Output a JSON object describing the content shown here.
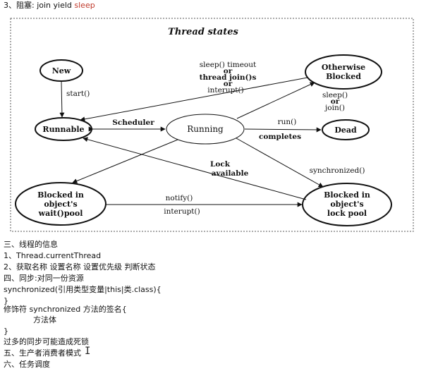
{
  "header_line": {
    "prefix": "3、阻塞: join yield",
    "suffix": "sleep",
    "suffix_color": "#c0392b"
  },
  "diagram": {
    "title": "Thread states",
    "nodes": {
      "new": "New",
      "runnable": "Runnable",
      "running": "Running",
      "dead": "Dead",
      "otherwise_line1": "Otherwise",
      "otherwise_line2": "Blocked",
      "wait_line1": "Blocked in",
      "wait_line2": "object's",
      "wait_line3": "wait()pool",
      "lock_line1": "Blocked in",
      "lock_line2": "object's",
      "lock_line3": "lock pool"
    },
    "edges": {
      "start": "start()",
      "scheduler": "Scheduler",
      "run": "run()",
      "completes": "completes",
      "sleep_timeout_1": "sleep() timeout",
      "sleep_timeout_2": "or",
      "sleep_timeout_3": "thread join()s",
      "sleep_timeout_4": "or",
      "sleep_timeout_5": "interupt()",
      "sleep_join_1": "sleep()",
      "sleep_join_2": "or",
      "sleep_join_3": "join()",
      "lock_avail_1": "Lock",
      "lock_avail_2": "available",
      "synchronized": "synchronized()",
      "notify": "notify()",
      "interupt": "interupt()"
    }
  },
  "notes": [
    "三、线程的信息",
    "1、Thread.currentThread",
    "2、获取名称 设置名称  设置优先级  判断状态",
    "四、同步:对同一份资源",
    "synchronized(引用类型变量|this|类.class){",
    "}",
    "修饰符 synchronized 方法的签名{",
    "方法体",
    "}",
    "过多的同步可能造成死锁",
    "五、生产者消费者模式",
    "六、任务调度"
  ],
  "cursor_glyph": "I"
}
